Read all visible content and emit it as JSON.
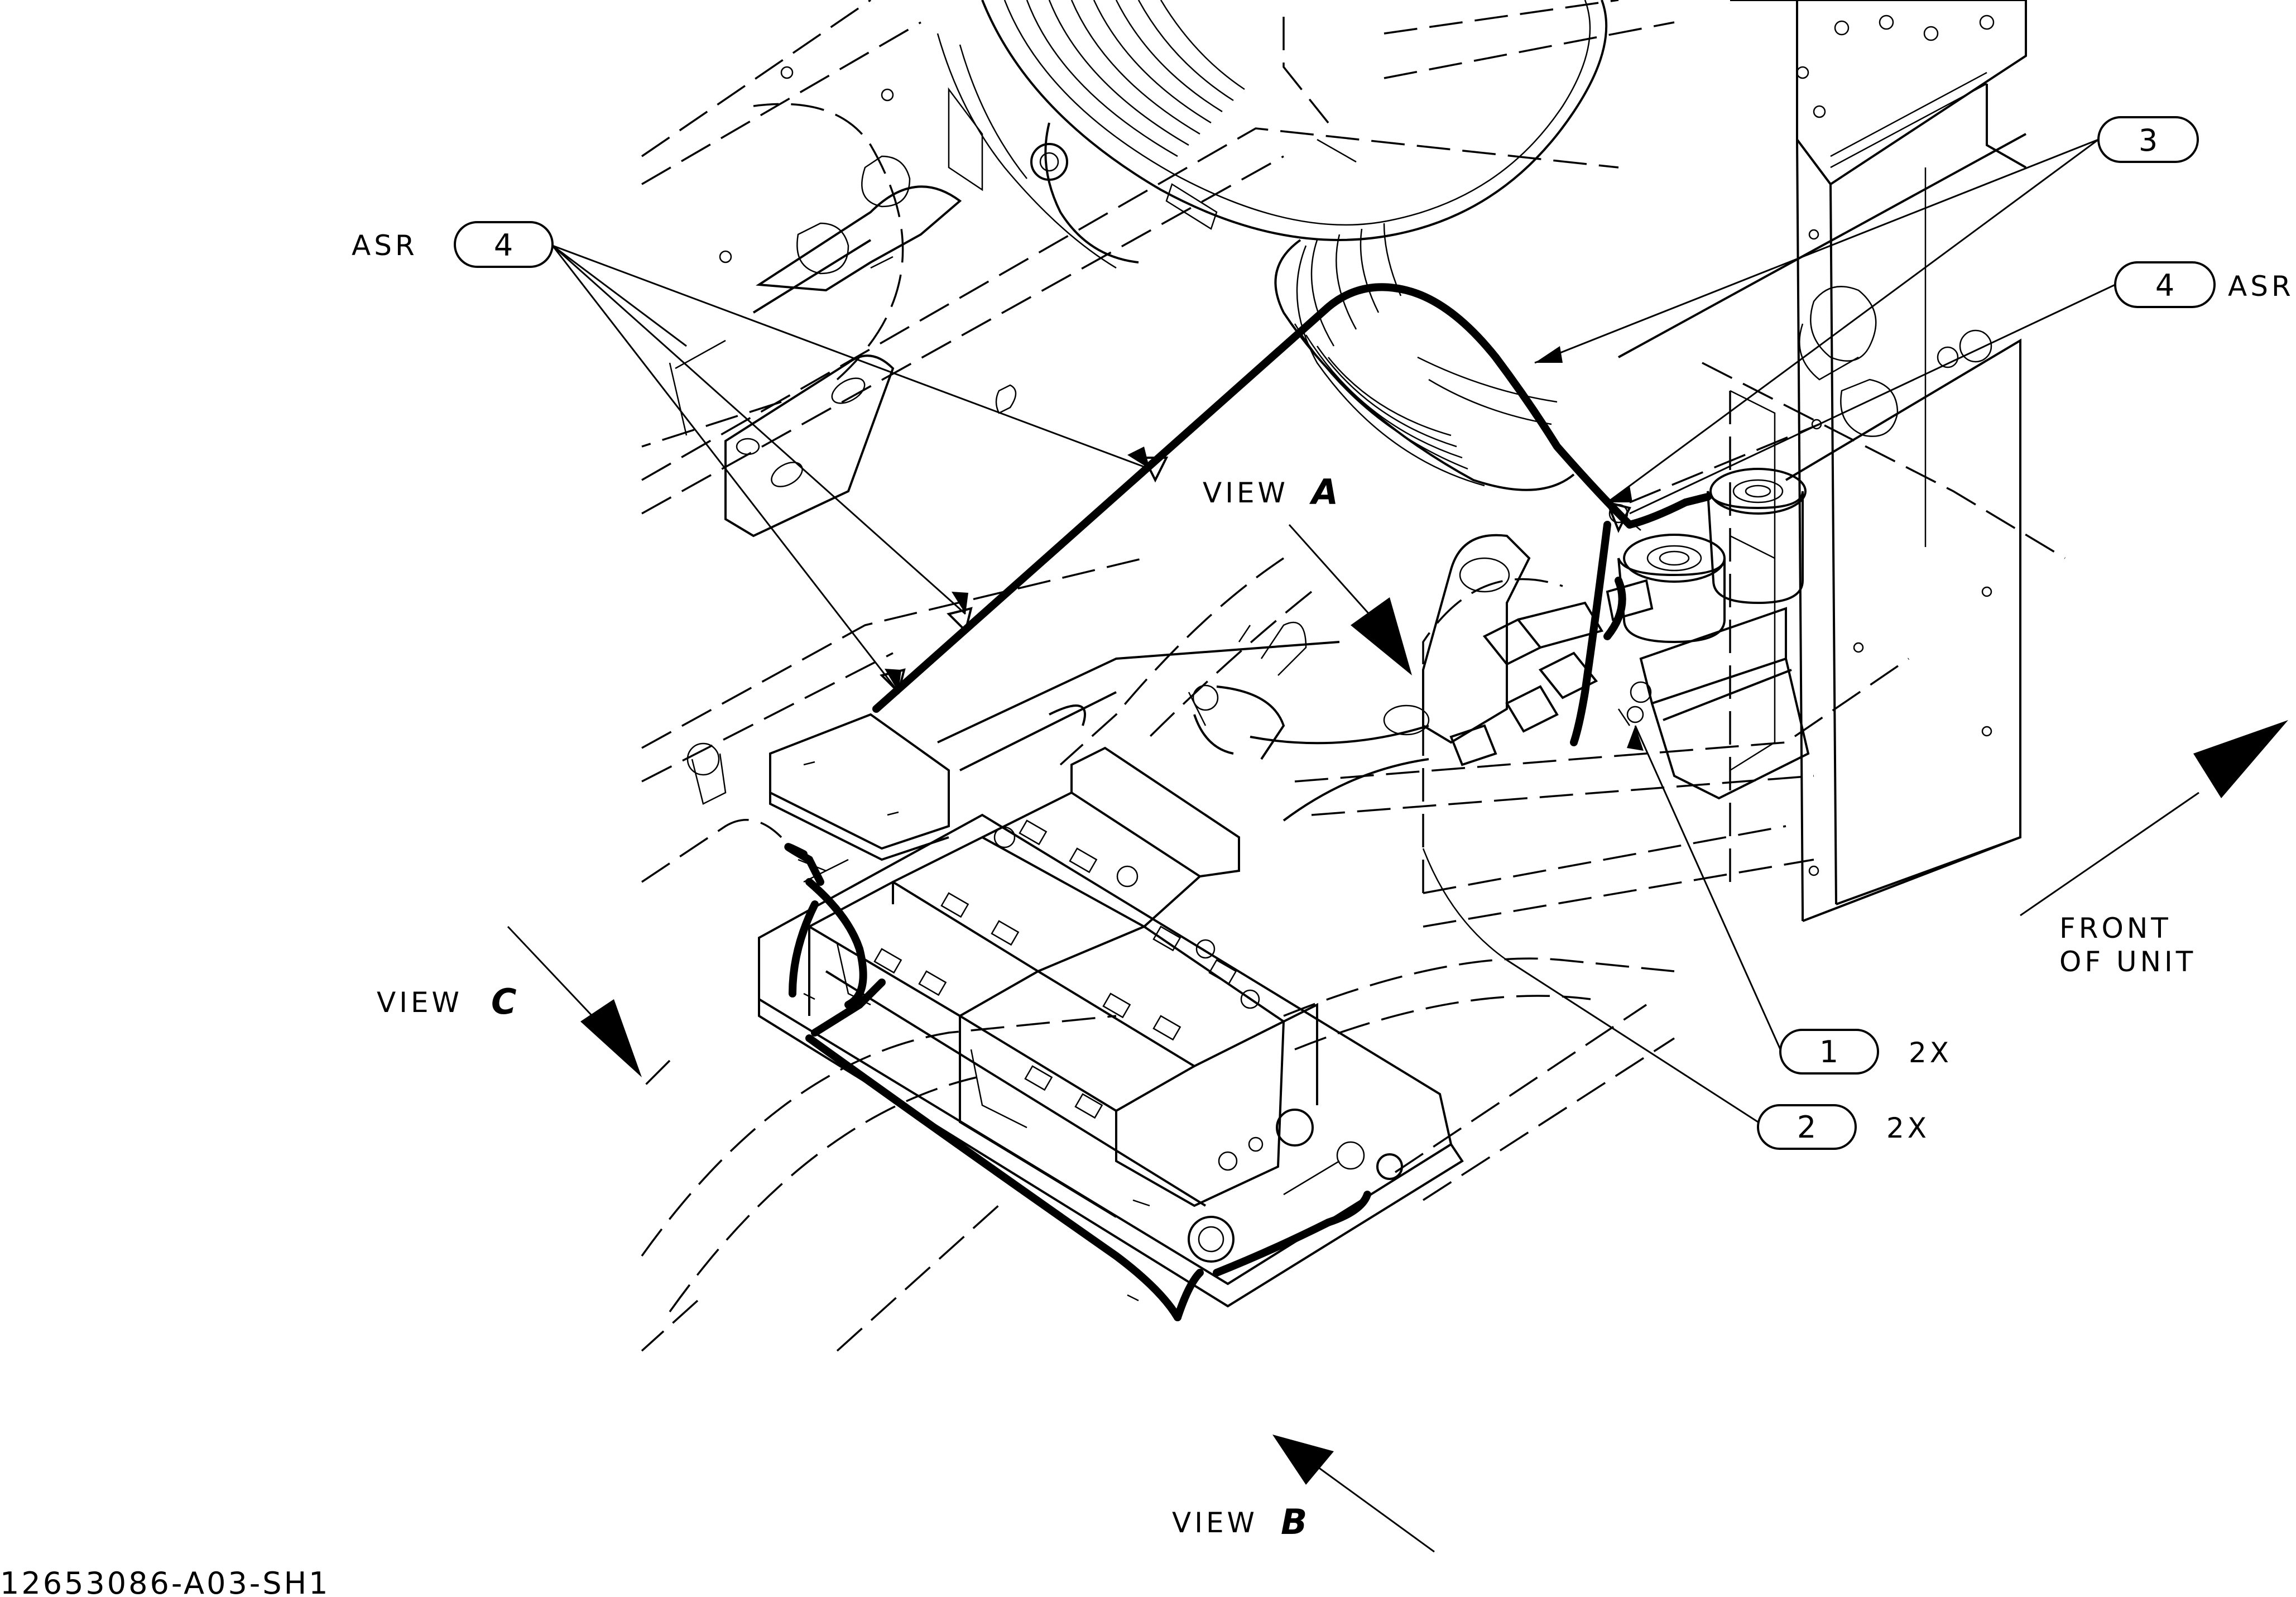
{
  "labels": {
    "asr_left": "ASR",
    "asr_right": "ASR",
    "view_a_word": "VIEW",
    "view_a_letter": "A",
    "view_b_word": "VIEW",
    "view_b_letter": "B",
    "view_c_word": "VIEW",
    "view_c_letter": "C",
    "front_line1": "FRONT",
    "front_line2": "OF UNIT",
    "drawing_number": "12653086-A03-SH1"
  },
  "callouts": [
    {
      "id": "4",
      "qty": ""
    },
    {
      "id": "3",
      "qty": ""
    },
    {
      "id": "4",
      "qty": ""
    },
    {
      "id": "1",
      "qty": "2X"
    },
    {
      "id": "2",
      "qty": "2X"
    }
  ]
}
